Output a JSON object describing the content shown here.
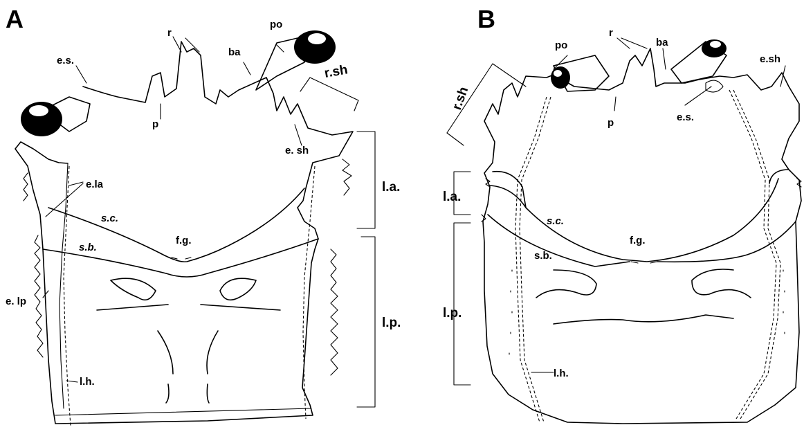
{
  "panels": {
    "a": {
      "letter": "A",
      "labels": {
        "r": "r",
        "po": "po",
        "ba": "ba",
        "es": "e.s.",
        "rsh": "r.sh",
        "p": "p",
        "esh": "e. sh",
        "ela": "e.la",
        "la": "l.a.",
        "sc": "s.c.",
        "sb": "s.b.",
        "fg": "f.g.",
        "elp": "e. lp",
        "lp": "l.p.",
        "lh": "l.h."
      }
    },
    "b": {
      "letter": "B",
      "labels": {
        "r": "r",
        "po": "po",
        "ba": "ba",
        "esh": "e.sh",
        "rsh": "r.sh",
        "p": "p",
        "es": "e.s.",
        "la": "l.a.",
        "sc": "s.c.",
        "fg": "f.g.",
        "sb": "s.b.",
        "lp": "l.p.",
        "lh": "l.h."
      }
    }
  }
}
